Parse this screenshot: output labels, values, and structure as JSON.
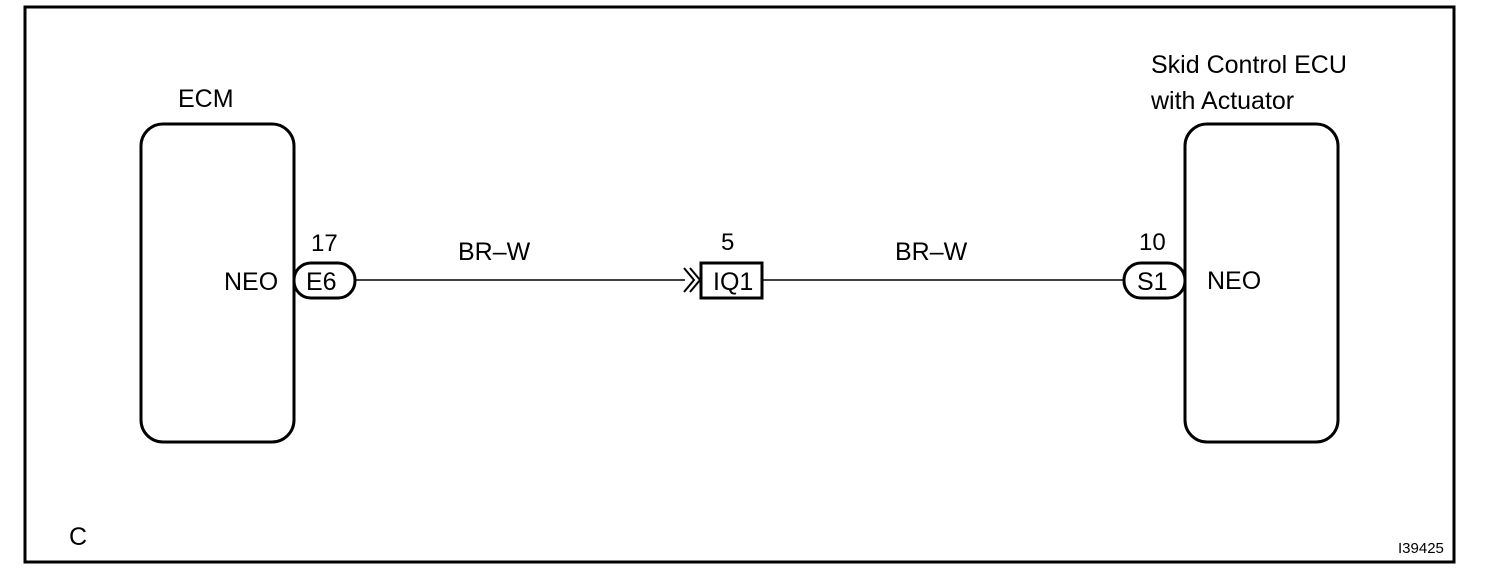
{
  "ecm": {
    "title": "ECM",
    "signal": "NEO",
    "connector": "E6",
    "pin": "17"
  },
  "skid": {
    "title_line1": "Skid Control ECU",
    "title_line2": "with Actuator",
    "signal": "NEO",
    "connector": "S1",
    "pin": "10"
  },
  "junction": {
    "connector": "IQ1",
    "pin": "5"
  },
  "wires": {
    "left_color": "BR–W",
    "right_color": "BR–W"
  },
  "footer": {
    "corner_letter": "C",
    "figure_id": "I39425"
  },
  "colors": {
    "line": "#000000",
    "background": "#ffffff"
  }
}
